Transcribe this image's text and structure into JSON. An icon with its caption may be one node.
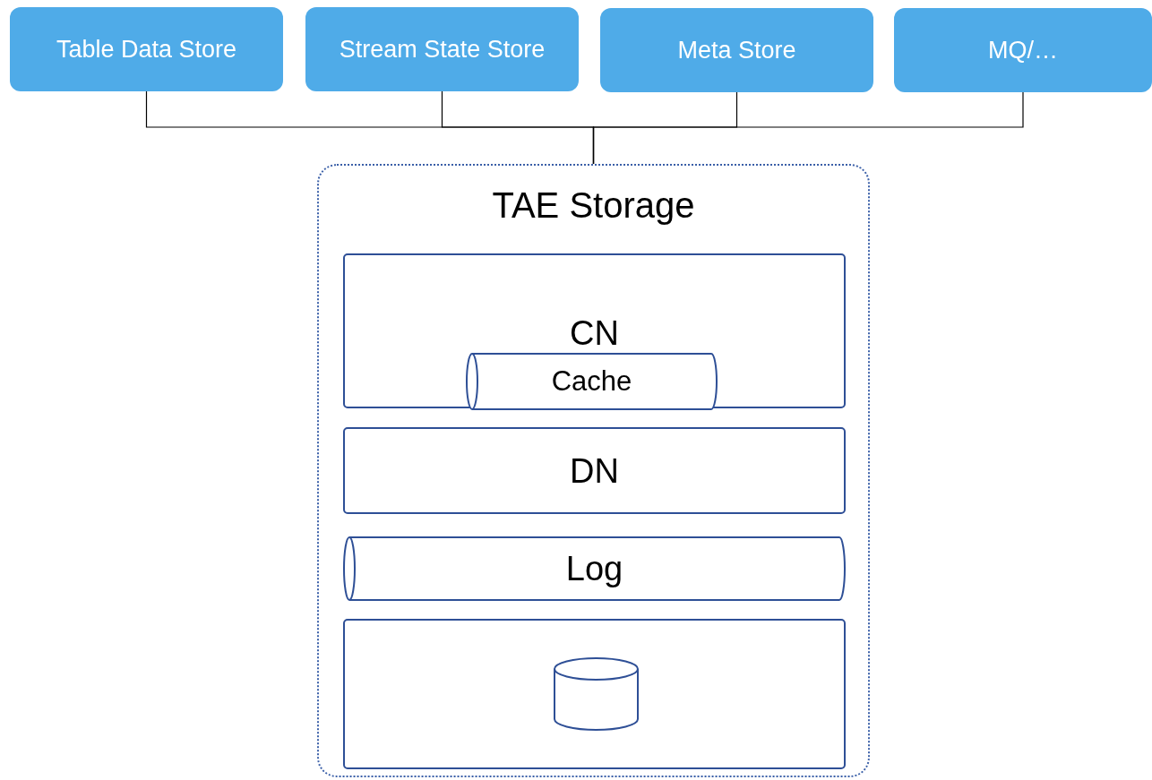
{
  "diagram": {
    "nodes": [
      {
        "text": [
          "Table Data Store"
        ]
      },
      {
        "text": [
          "Stream State Store"
        ]
      },
      {
        "text": [
          "Meta Store"
        ]
      },
      {
        "text": [
          "MQ/…"
        ]
      },
      {
        "text": [
          "TAE Storage"
        ]
      },
      {
        "text": [
          "CN"
        ],
        "in": 4
      },
      {
        "text": [
          "Cache"
        ],
        "in": 5
      },
      {
        "text": [
          "DN"
        ],
        "in": 4
      },
      {
        "text": [
          "Log"
        ],
        "in": 4
      },
      {
        "text": [],
        "shape": "box",
        "in": 4
      },
      {
        "text": [],
        "shape": "cylinder",
        "in": 9
      }
    ],
    "edges": [
      {
        "from": 0,
        "to": 4,
        "arrow": "none"
      },
      {
        "from": 1,
        "to": 4,
        "arrow": "none"
      },
      {
        "from": 2,
        "to": 4,
        "arrow": "none"
      },
      {
        "from": 3,
        "to": 4,
        "arrow": "none"
      }
    ]
  }
}
